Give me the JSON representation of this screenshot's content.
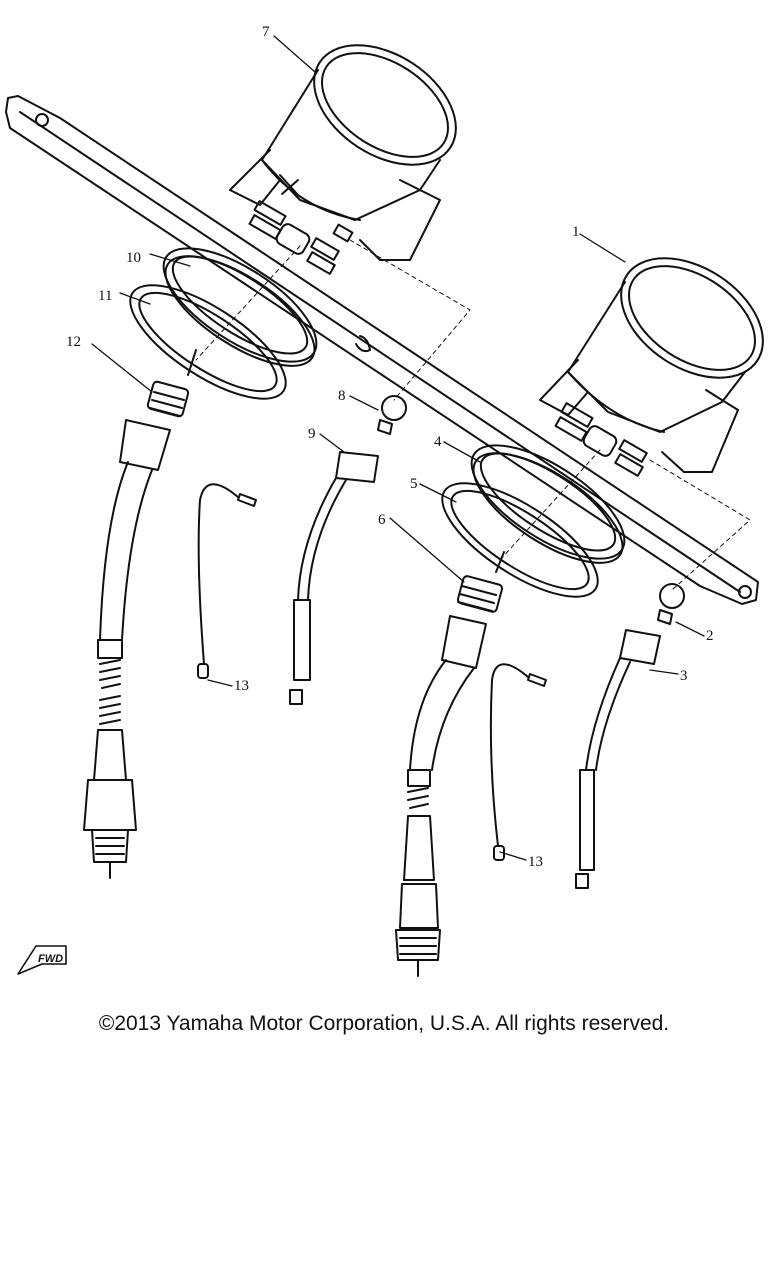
{
  "diagram": {
    "callouts": {
      "c1": "1",
      "c2": "2",
      "c3": "3",
      "c4": "4",
      "c5": "5",
      "c6": "6",
      "c7": "7",
      "c8": "8",
      "c9": "9",
      "c10": "10",
      "c11": "11",
      "c12": "12",
      "c13a": "13",
      "c13b": "13"
    },
    "fwd_label": "FWD"
  },
  "footer": {
    "copyright": "©2013 Yamaha Motor Corporation, U.S.A. All rights reserved."
  }
}
